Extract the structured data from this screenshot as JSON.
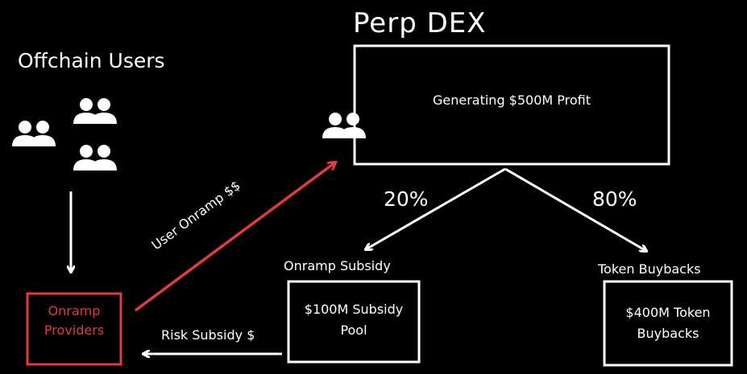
{
  "colors": {
    "background": "#000000",
    "stroke": "#ffffff",
    "accent": "#e23b3b"
  },
  "offchain_users": {
    "title": "Offchain Users",
    "icon": "users-group-icon"
  },
  "perp_dex": {
    "title": "Perp DEX",
    "box_text": "Generating $500M Profit",
    "icon": "users-icon"
  },
  "onramp_providers": {
    "line1": "Onramp",
    "line2": "Providers"
  },
  "edges": {
    "user_onramp": "User Onramp $$",
    "risk_subsidy": "Risk Subsidy $",
    "split_left": "20%",
    "split_right": "80%"
  },
  "onramp_subsidy": {
    "heading": "Onramp Subsidy",
    "line1": "$100M Subsidy",
    "line2": "Pool"
  },
  "token_buybacks": {
    "heading": "Token Buybacks",
    "line1": "$400M Token",
    "line2": "Buybacks"
  }
}
